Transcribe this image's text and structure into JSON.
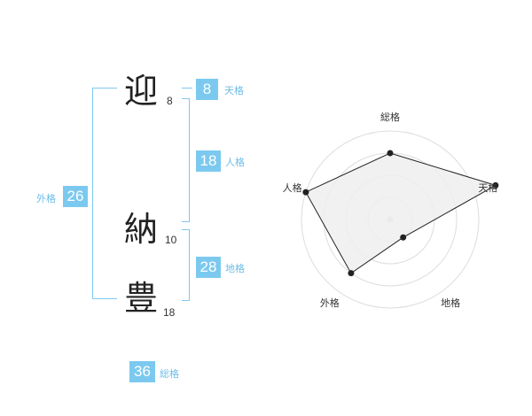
{
  "characters": [
    {
      "char": "迎",
      "strokes": "8"
    },
    {
      "char": "納",
      "strokes": "10"
    },
    {
      "char": "豊",
      "strokes": "18"
    }
  ],
  "kaku": {
    "tenkaku": {
      "value": "8",
      "label": "天格"
    },
    "jinkaku": {
      "value": "18",
      "label": "人格"
    },
    "chikaku": {
      "value": "28",
      "label": "地格"
    },
    "gaikaku": {
      "value": "26",
      "label": "外格"
    },
    "soukaku": {
      "value": "36",
      "label": "総格"
    }
  },
  "colors": {
    "accent": "#7cc9f0",
    "radar_fill": "#eeeeee",
    "ring": "#dddddd"
  },
  "chart_data": {
    "type": "radar",
    "axes": [
      "総格",
      "天格",
      "地格",
      "外格",
      "人格"
    ],
    "values": [
      3,
      5,
      1,
      3,
      4
    ],
    "rmax": 5,
    "rings": [
      1,
      2,
      3,
      4
    ]
  }
}
